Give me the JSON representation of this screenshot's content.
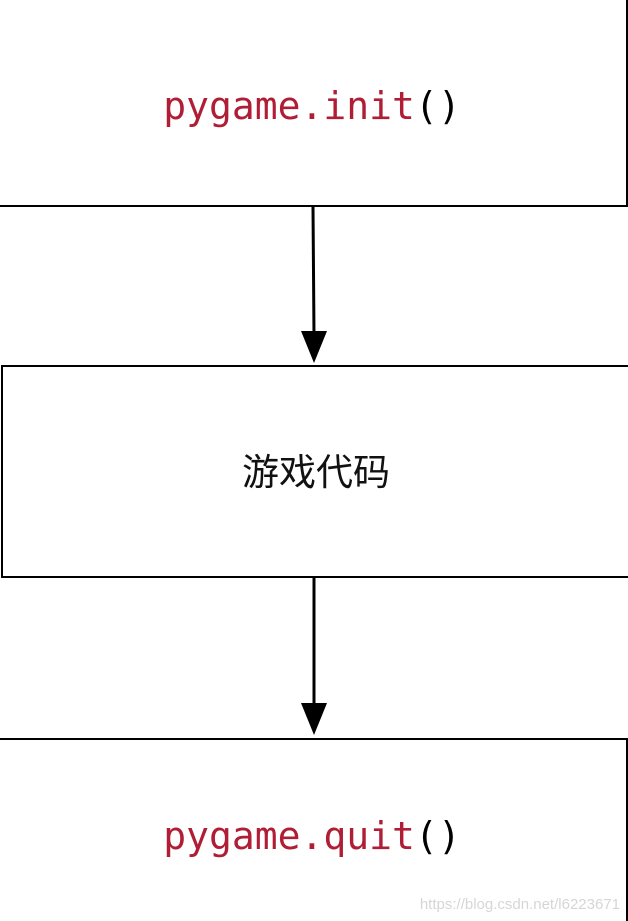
{
  "diagram": {
    "nodes": [
      {
        "id": "init",
        "function": "pygame.init",
        "parens": "()"
      },
      {
        "id": "game",
        "label": "游戏代码"
      },
      {
        "id": "quit",
        "function": "pygame.quit",
        "parens": "()"
      }
    ],
    "edges": [
      {
        "from": "init",
        "to": "game"
      },
      {
        "from": "game",
        "to": "quit"
      }
    ],
    "colors": {
      "function_text": "#b01e35",
      "border": "#000000",
      "arrow": "#000000"
    }
  },
  "watermark": "https://blog.csdn.net/l6223671"
}
